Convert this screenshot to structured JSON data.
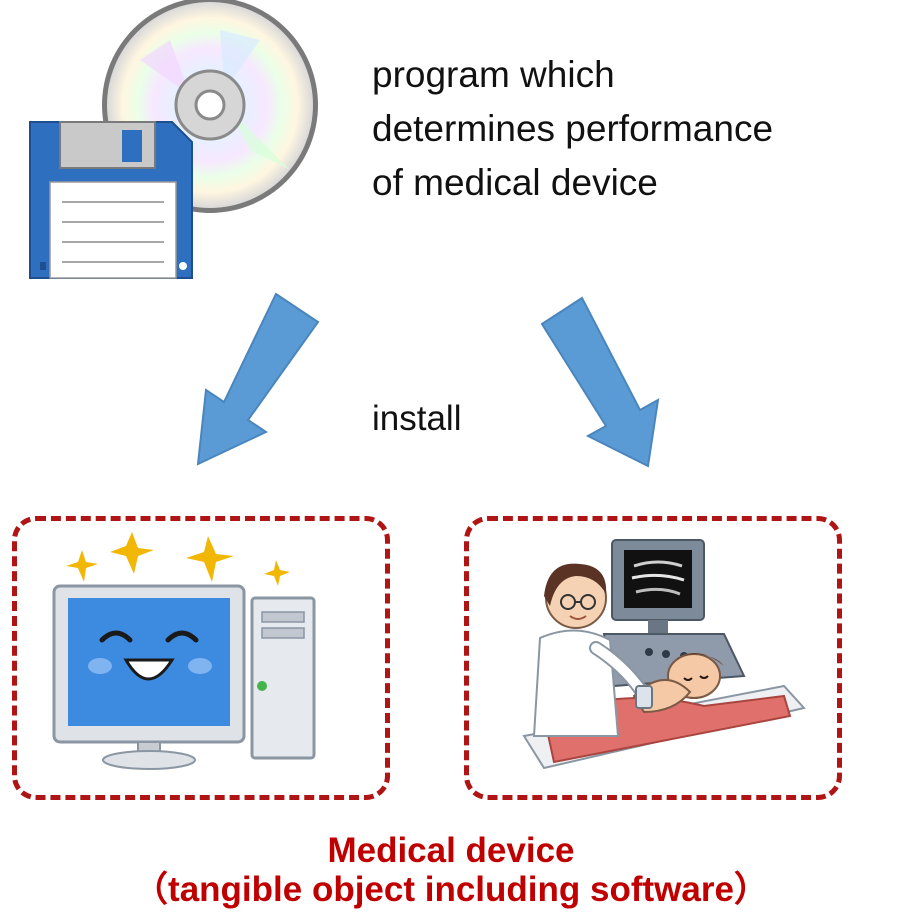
{
  "program": {
    "label": "program which\ndetermines performance\nof medical device"
  },
  "install": {
    "label": "install"
  },
  "caption": {
    "title": "Medical device",
    "subtitle": "（tangible object including software）"
  },
  "icons": {
    "storage_media": "floppy-disk-and-cd-icon",
    "computer": "smiling-computer-icon",
    "ultrasound": "ultrasound-exam-icon"
  },
  "colors": {
    "arrow": "#5b9bd5",
    "dashed_border": "#b01515",
    "caption_text": "#c00000"
  }
}
